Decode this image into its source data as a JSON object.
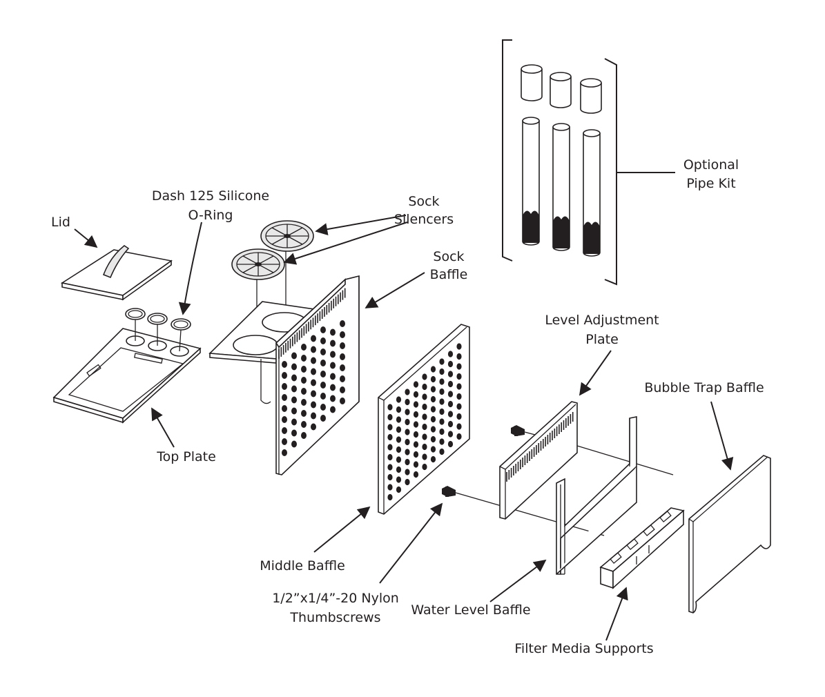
{
  "labels": {
    "optional_pipe_kit": [
      "Optional",
      "Pipe Kit"
    ],
    "dash_oring": [
      "Dash 125 Silicone",
      "O-Ring"
    ],
    "sock_silencers": [
      "Sock",
      "Silencers"
    ],
    "lid": "Lid",
    "sock_baffle": [
      "Sock",
      "Baffle"
    ],
    "top_plate": "Top Plate",
    "level_adjustment_plate": [
      "Level Adjustment",
      "Plate"
    ],
    "bubble_trap_baffle": "Bubble Trap Baffle",
    "middle_baffle": "Middle Baffle",
    "thumbscrews": [
      "1/2”x1/4”-20 Nylon",
      "Thumbscrews"
    ],
    "water_level_baffle": "Water Level Baffle",
    "filter_media_supports": "Filter Media Supports"
  },
  "colors": {
    "ink": "#231f20",
    "background": "#ffffff"
  }
}
